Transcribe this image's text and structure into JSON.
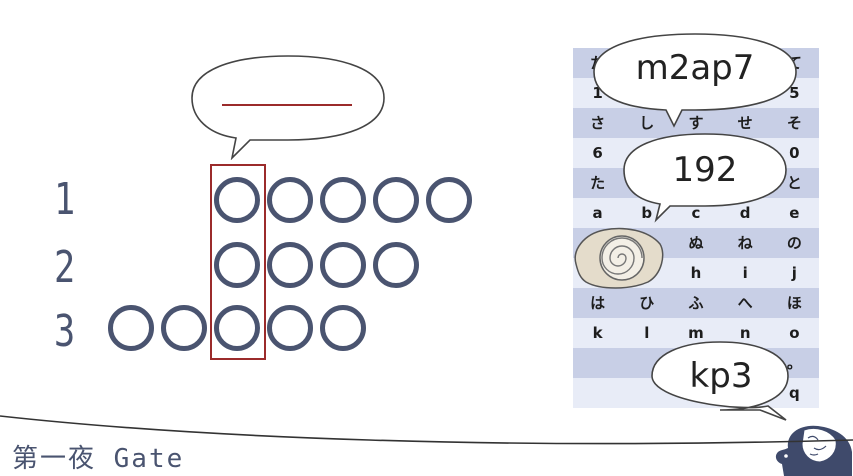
{
  "rows": [
    {
      "label": "1",
      "circles": 5,
      "offset": 0
    },
    {
      "label": "2",
      "circles": 4,
      "offset": 0
    },
    {
      "label": "3",
      "circles": 5,
      "offset": 2
    }
  ],
  "answer_bubble": {
    "value": ""
  },
  "grid": [
    [
      "た",
      "",
      "",
      "",
      "て"
    ],
    [
      "1",
      "",
      "",
      "",
      "5"
    ],
    [
      "さ",
      "し",
      "す",
      "せ",
      "そ"
    ],
    [
      "6",
      "",
      "",
      "",
      "0"
    ],
    [
      "た",
      "",
      "",
      "",
      "と"
    ],
    [
      "a",
      "b",
      "c",
      "d",
      "e"
    ],
    [
      "",
      "",
      "ぬ",
      "ね",
      "の"
    ],
    [
      "",
      "",
      "h",
      "i",
      "j"
    ],
    [
      "は",
      "ひ",
      "ふ",
      "へ",
      "ほ"
    ],
    [
      "k",
      "l",
      "m",
      "n",
      "o"
    ],
    [
      "",
      "",
      "",
      "",
      "。"
    ],
    [
      "",
      "",
      "",
      "",
      "q"
    ]
  ],
  "hints": [
    {
      "text": "m2ap7"
    },
    {
      "text": "192"
    },
    {
      "text": "kp3"
    }
  ],
  "footer": {
    "title": "第一夜 Gate"
  },
  "colors": {
    "circle": "#4a5470",
    "highlight": "#9b2b2b",
    "grid_dark": "#c8cfe6",
    "grid_light": "#e8ecf7",
    "answer_line": "#9b2b2b"
  },
  "icons": [
    "ammonite-fossil-icon",
    "tapir-mascot-icon"
  ]
}
